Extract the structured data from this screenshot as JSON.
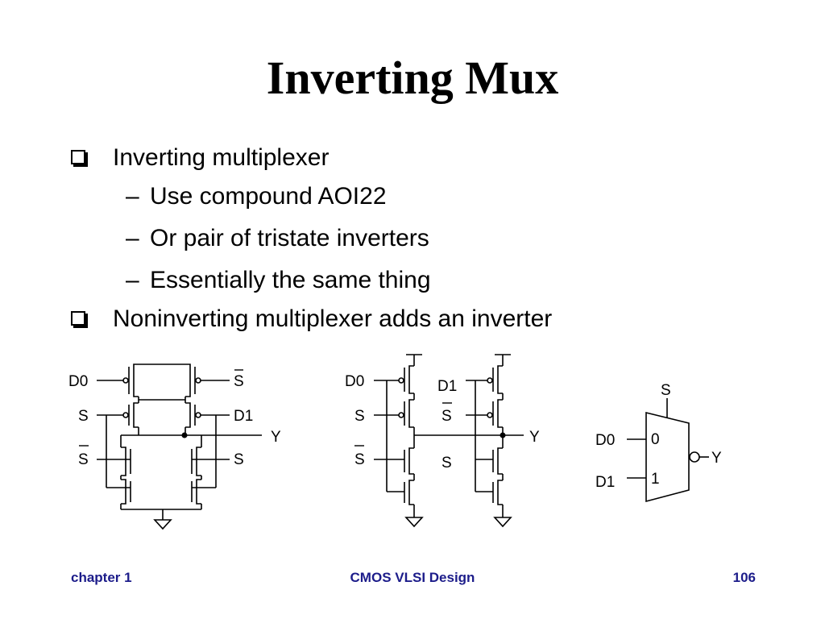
{
  "slide": {
    "title": "Inverting Mux",
    "bullets": [
      {
        "text": "Inverting multiplexer",
        "sub": [
          "Use compound AOI22",
          "Or pair of tristate inverters",
          "Essentially the same thing"
        ]
      },
      {
        "text": "Noninverting multiplexer adds an inverter",
        "sub": []
      }
    ]
  },
  "diagram": {
    "aoi22": {
      "d0": "D0",
      "s_bar_top": "S",
      "s_left": "S",
      "d1": "D1",
      "y": "Y",
      "s_bar_bottom": "S",
      "s_right": "S"
    },
    "tristate": {
      "d0": "D0",
      "s_left": "S",
      "s_bar_left": "S",
      "d1": "D1",
      "s_bar_right": "S",
      "s_right": "S",
      "y": "Y"
    },
    "mux_symbol": {
      "s": "S",
      "d0": "D0",
      "d1": "D1",
      "in0": "0",
      "in1": "1",
      "y": "Y"
    }
  },
  "footer": {
    "left": "chapter 1",
    "center": "CMOS VLSI Design",
    "right": "106"
  }
}
